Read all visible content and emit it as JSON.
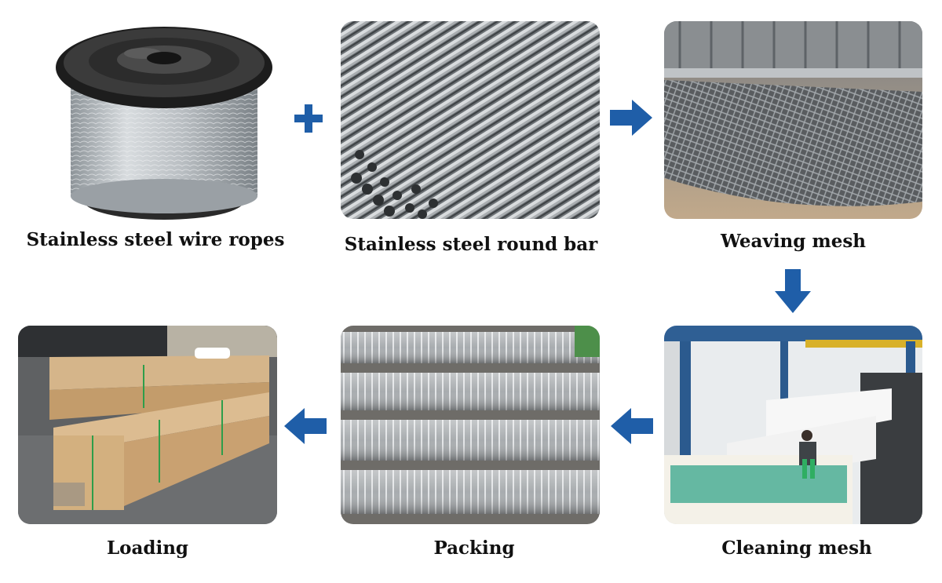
{
  "steps": [
    {
      "id": "wire-ropes",
      "caption": "Stainless steel wire ropes"
    },
    {
      "id": "round-bar",
      "caption": "Stainless steel round bar"
    },
    {
      "id": "weaving",
      "caption": "Weaving mesh"
    },
    {
      "id": "cleaning",
      "caption": "Cleaning mesh"
    },
    {
      "id": "packing",
      "caption": "Packing"
    },
    {
      "id": "loading",
      "caption": "Loading"
    }
  ],
  "connectors": {
    "plus_symbol": "+",
    "arrow_color": "#1f5ea8"
  }
}
